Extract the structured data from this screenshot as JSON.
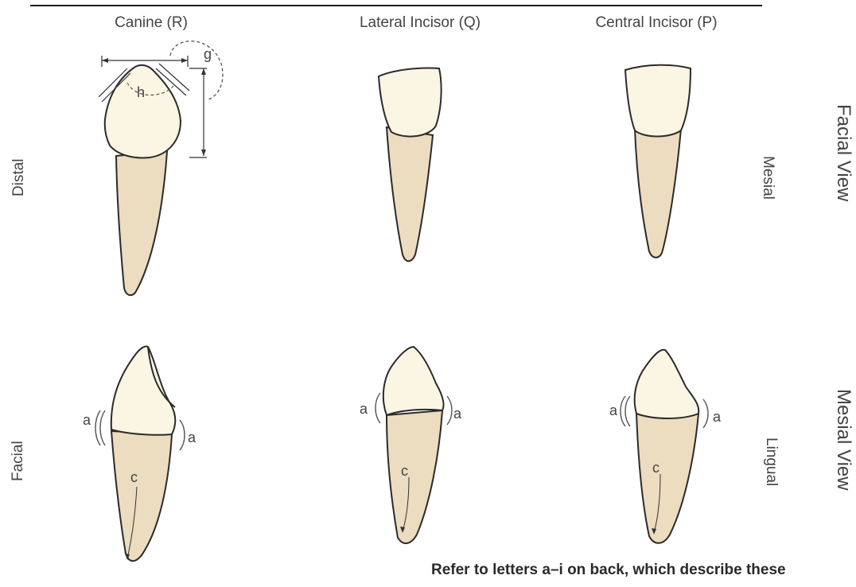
{
  "columns": {
    "canine": "Canine (R)",
    "lateral": "Lateral Incisor (Q)",
    "central": "Central Incisor (P)"
  },
  "side_labels": {
    "distal": "Distal",
    "mesial": "Mesial",
    "facial": "Facial",
    "lingual": "Lingual"
  },
  "view_labels": {
    "facial_view": "Facial View",
    "mesial_view": "Mesial View"
  },
  "letters": {
    "a": "a",
    "c": "c",
    "g": "g",
    "h": "h"
  },
  "footer": "Refer to letters a–i  on back, which describe these",
  "colors": {
    "crown": "#fbf6e3",
    "root": "#ecdcc0",
    "outline": "#2b2b2b"
  }
}
